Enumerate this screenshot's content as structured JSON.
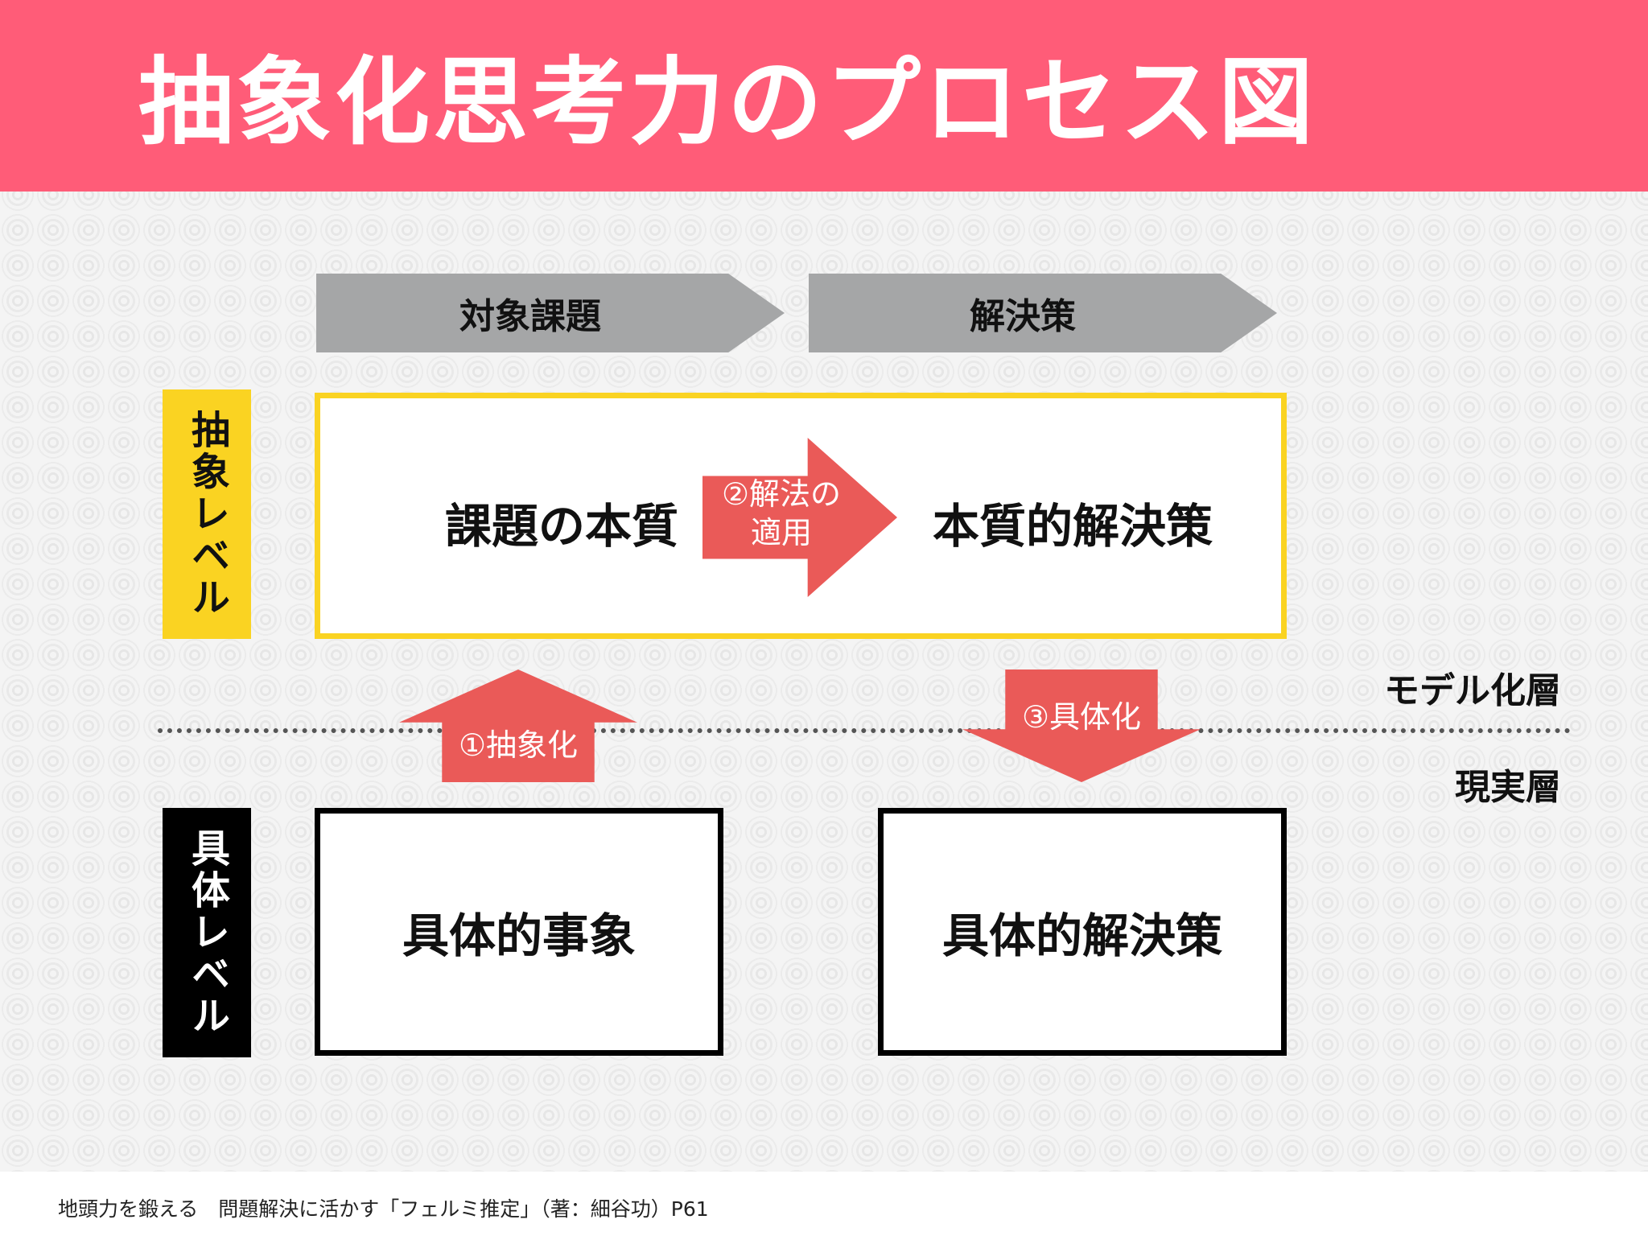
{
  "title": "抽象化思考力のプロセス図",
  "headers": {
    "target": "対象課題",
    "solution": "解決策"
  },
  "levels": {
    "abstract": "抽象レベル",
    "concrete": "具体レベル"
  },
  "abstract_box": {
    "left": "課題の本質",
    "right": "本質的解決策"
  },
  "concrete_boxes": {
    "left": "具体的事象",
    "right": "具体的解決策"
  },
  "arrows": {
    "apply_line1": "②解法の",
    "apply_line2": "適用",
    "abstract": "①抽象化",
    "concretize": "③具体化"
  },
  "layers": {
    "model": "モデル化層",
    "real": "現実層"
  },
  "footer": "地頭力を鍛える　問題解決に活かす「フェルミ推定」（著：細谷功）P61",
  "colors": {
    "header": "#ff5c78",
    "arrow": "#ea5a58",
    "abstract_accent": "#fad322",
    "chevron": "#a5a6a7"
  }
}
